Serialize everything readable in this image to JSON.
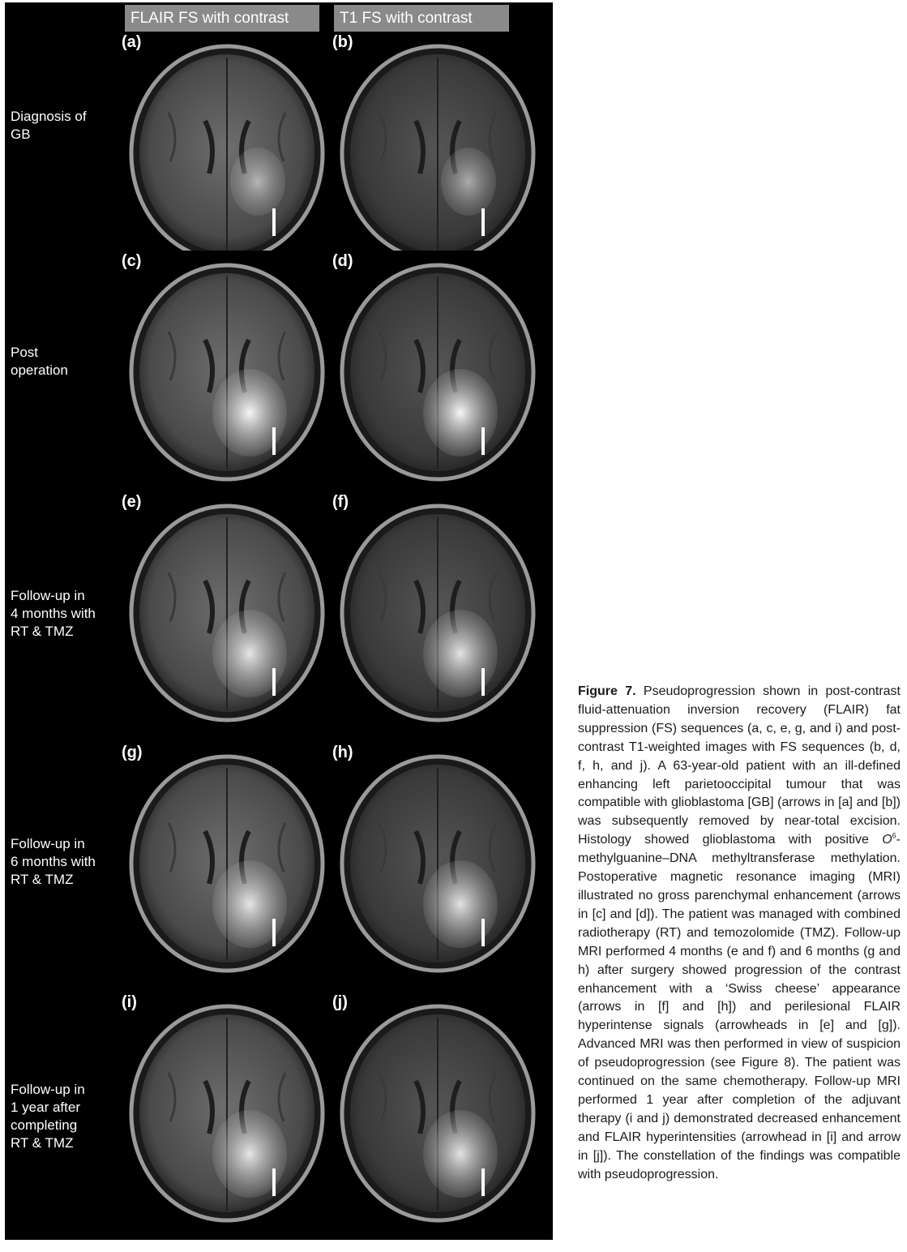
{
  "columns": [
    {
      "header": "FLAIR FS with contrast"
    },
    {
      "header": "T1 FS with contrast"
    }
  ],
  "rows": [
    {
      "label_lines": [
        "Diagnosis of",
        "GB"
      ],
      "panels": [
        "(a)",
        "(b)"
      ]
    },
    {
      "label_lines": [
        "Post",
        "operation"
      ],
      "panels": [
        "(c)",
        "(d)"
      ]
    },
    {
      "label_lines": [
        "Follow-up in",
        "4 months with",
        "RT & TMZ"
      ],
      "panels": [
        "(e)",
        "(f)"
      ]
    },
    {
      "label_lines": [
        "Follow-up in",
        "6 months with",
        "RT & TMZ"
      ],
      "panels": [
        "(g)",
        "(h)"
      ]
    },
    {
      "label_lines": [
        "Follow-up in",
        "1 year after",
        "completing",
        "RT & TMZ"
      ],
      "panels": [
        "(i)",
        "(j)"
      ]
    }
  ],
  "caption": {
    "label": "Figure 7.",
    "part1": " Pseudoprogression shown in post-contrast fluid-attenuation inversion recovery (FLAIR) fat suppression (FS) sequences (a, c, e, g, and i) and post-contrast T1-weighted images with FS sequences (b, d, f, h, and j). A 63-year-old patient with an ill-defined enhancing left parietooccipital tumour that was compatible with glioblastoma [GB] (arrows in [a] and [b]) was subsequently removed by near-total excision. Histology showed glioblastoma with positive ",
    "o_letter": "O",
    "o_superscript": "6",
    "part2": "-methylguanine–DNA methyltransferase methylation. Postoperative magnetic resonance imaging (MRI) illustrated no gross parenchymal enhancement (arrows in [c] and [d]). The patient was managed with combined radiotherapy (RT) and temozolomide (TMZ). Follow-up MRI performed 4 months (e and f) and 6 months (g and h) after surgery showed progression of the contrast enhancement with a ‘Swiss cheese’ appearance (arrows in [f] and [h]) and perilesional FLAIR hyperintense signals (arrowheads in [e] and [g]). Advanced MRI was then performed in view of suspicion of pseudoprogression (see Figure 8). The patient was continued on the same chemotherapy. Follow-up MRI performed 1 year after completion of the adjuvant therapy (i and j) demonstrated decreased enhancement and FLAIR hyperintensities (arrowhead in [i] and arrow in [j]). The constellation of the findings was compatible with pseudoprogression."
  }
}
